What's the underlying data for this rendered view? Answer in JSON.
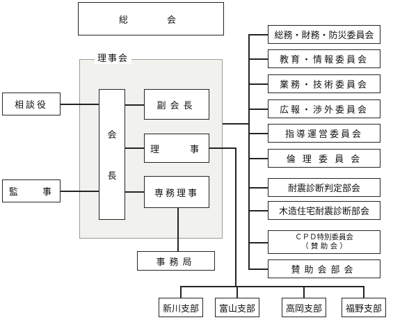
{
  "general_assembly": "総　　会",
  "board_label": "理事会",
  "advisor": "相談役",
  "auditor": "監　　事",
  "president_chars": [
    "会",
    "長"
  ],
  "vice_president": "副会長",
  "director": "理　　事",
  "managing_director": "専務理事",
  "secretariat": "事務局",
  "committees": [
    "総務・財務・防災委員会",
    "教育・情報委員会",
    "業務・技術委員会",
    "広報・渉外委員会",
    "指導運営委員会",
    "倫 理 委 員 会",
    "耐震診断判定部会",
    "木造住宅耐震診断部会",
    "ＣＰＤ特別委員会",
    "（ 賛 助 会 ）",
    "賛助会部会"
  ],
  "branches": [
    "新川支部",
    "富山支部",
    "高岡支部",
    "福野支部"
  ]
}
